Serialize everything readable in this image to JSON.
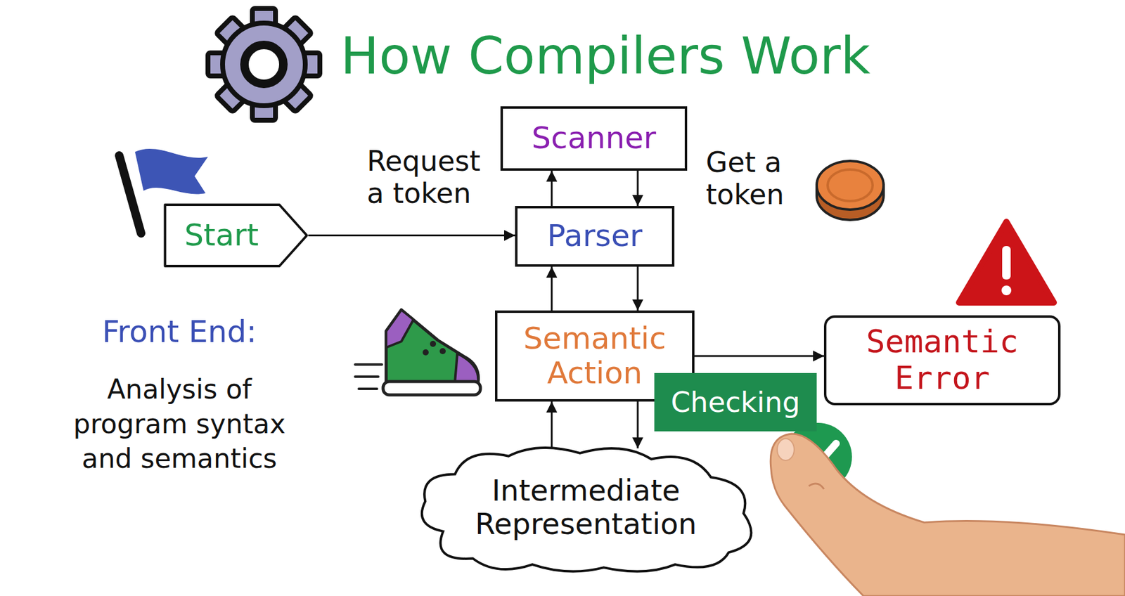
{
  "diagram": {
    "title": "How Compilers Work",
    "nodes": [
      {
        "text": [
          "Scanner"
        ]
      },
      {
        "text": [
          "Start"
        ]
      },
      {
        "text": [
          "Parser"
        ]
      },
      {
        "text": [
          "Semantic Action"
        ]
      },
      {
        "text": [
          "Semantic Error"
        ]
      },
      {
        "text": [
          "Checking"
        ]
      },
      {
        "text": [
          "Intermediate Representation"
        ]
      }
    ],
    "edges": [
      {
        "from": 1,
        "to": 2,
        "arrow": "to"
      },
      {
        "from": 2,
        "to": 0,
        "label": "Request a token",
        "arrow": "to"
      },
      {
        "from": 0,
        "to": 2,
        "label": "Get a token",
        "arrow": "to"
      },
      {
        "from": 2,
        "to": 3,
        "arrow": "to"
      },
      {
        "from": 3,
        "to": 2,
        "arrow": "to"
      },
      {
        "from": 3,
        "to": 4,
        "arrow": "to"
      },
      {
        "from": 3,
        "to": 6,
        "arrow": "to"
      },
      {
        "from": 6,
        "to": 3,
        "arrow": "to"
      }
    ],
    "labels": [
      "Front End:",
      "Analysis of program syntax and semantics"
    ]
  }
}
